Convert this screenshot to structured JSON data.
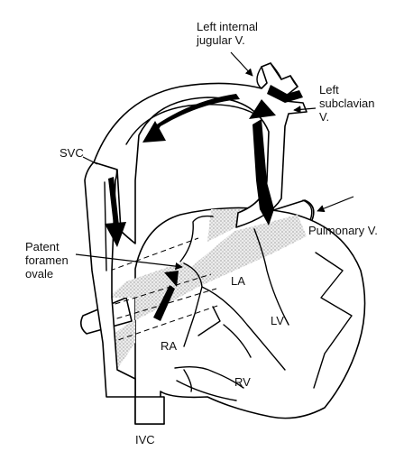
{
  "labels": {
    "left_internal_jugular": "Left internal\njugular V.",
    "left_subclavian": "Left\nsubclavian\nV.",
    "svc": "SVC",
    "pulmonary_v": "Pulmonary V.",
    "patent_foramen_ovale": "Patent\nforamen\novale",
    "la": "LA",
    "lv": "LV",
    "ra": "RA",
    "rv": "RV",
    "ivc": "IVC"
  },
  "colors": {
    "line": "#000000",
    "stipple": "#bdbdbd",
    "background": "#ffffff"
  }
}
